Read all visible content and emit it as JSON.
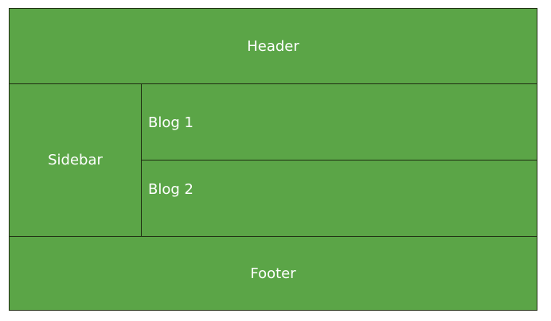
{
  "colors": {
    "box_fill": "#5ba547",
    "border": "#1f2d12",
    "text": "#ffffff"
  },
  "header": {
    "label": "Header"
  },
  "sidebar": {
    "label": "Sidebar"
  },
  "blogs": [
    {
      "label": "Blog 1"
    },
    {
      "label": "Blog 2"
    }
  ],
  "footer": {
    "label": "Footer"
  }
}
